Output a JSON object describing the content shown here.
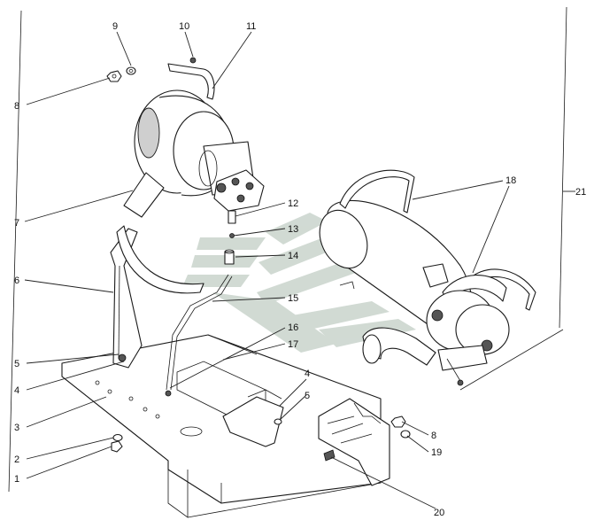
{
  "diagram": {
    "callouts": [
      {
        "id": "c9",
        "text": "9"
      },
      {
        "id": "c10",
        "text": "10"
      },
      {
        "id": "c11",
        "text": "11"
      },
      {
        "id": "c8a",
        "text": "8"
      },
      {
        "id": "c7",
        "text": "7"
      },
      {
        "id": "c12",
        "text": "12"
      },
      {
        "id": "c13",
        "text": "13"
      },
      {
        "id": "c14",
        "text": "14"
      },
      {
        "id": "c6",
        "text": "6"
      },
      {
        "id": "c15",
        "text": "15"
      },
      {
        "id": "c16",
        "text": "16"
      },
      {
        "id": "c17",
        "text": "17"
      },
      {
        "id": "c18",
        "text": "18"
      },
      {
        "id": "c21",
        "text": "21"
      },
      {
        "id": "c5a",
        "text": "5"
      },
      {
        "id": "c4a",
        "text": "4"
      },
      {
        "id": "c3",
        "text": "3"
      },
      {
        "id": "c4b",
        "text": "4"
      },
      {
        "id": "c5b",
        "text": "5"
      },
      {
        "id": "c8b",
        "text": "8"
      },
      {
        "id": "c19",
        "text": "19"
      },
      {
        "id": "c2",
        "text": "2"
      },
      {
        "id": "c1",
        "text": "1"
      },
      {
        "id": "c20",
        "text": "20"
      }
    ],
    "colors": {
      "line": "#1a1a1a",
      "watermark": "#c9d4cc"
    }
  }
}
